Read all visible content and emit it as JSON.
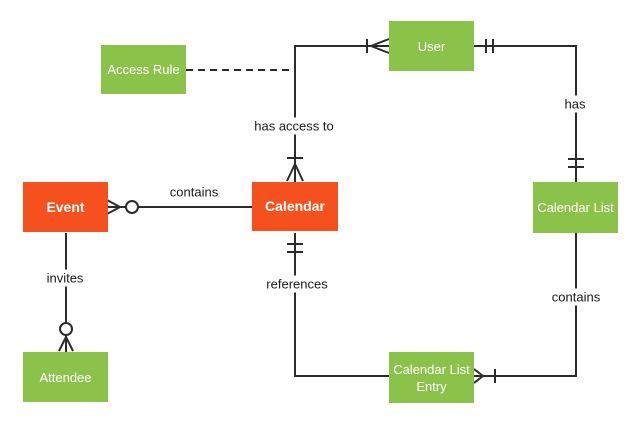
{
  "diagram": {
    "type": "entity-relationship",
    "subject": "calendar data model"
  },
  "colors": {
    "background": "#ffffff",
    "entity_green": "#8BC34A",
    "entity_orange": "#F4511E",
    "entity_text": "#ffffff",
    "line": "#2b2b2b",
    "label_text": "#1a1a1a"
  },
  "entities": {
    "access_rule": {
      "label": "Access Rule",
      "color": "green"
    },
    "user": {
      "label": "User",
      "color": "green"
    },
    "event": {
      "label": "Event",
      "color": "orange"
    },
    "calendar": {
      "label": "Calendar",
      "color": "orange"
    },
    "calendar_list": {
      "label": "Calendar List",
      "color": "green"
    },
    "attendee": {
      "label": "Attendee",
      "color": "green"
    },
    "calendar_list_entry": {
      "label": "Calendar List Entry",
      "color": "green"
    }
  },
  "relationships": {
    "calendar_contains_event": {
      "label": "contains",
      "between": [
        "Calendar",
        "Event"
      ],
      "style": "solid",
      "event_end_marker": "zero-or-many (circle + crow-foot)",
      "calendar_end_marker": "none"
    },
    "user_has_access_to_calendar": {
      "label": "has access to",
      "between": [
        "User",
        "Calendar"
      ],
      "style": "solid",
      "user_end_marker": "one-or-many (tick + crow-foot)",
      "calendar_end_marker": "one-or-many (tick + crow-foot)"
    },
    "access_rule_link": {
      "label": "",
      "between": [
        "Access Rule",
        "has-access-to relationship line"
      ],
      "style": "dashed",
      "end_markers": "none"
    },
    "user_has_calendar_list": {
      "label": "has",
      "between": [
        "User",
        "Calendar List"
      ],
      "style": "solid",
      "user_end_marker": "one-and-only-one (double tick)",
      "calendar_list_end_marker": "one-and-only-one (double tick)"
    },
    "calendar_list_contains_entry": {
      "label": "contains",
      "between": [
        "Calendar List",
        "Calendar List Entry"
      ],
      "style": "solid",
      "calendar_list_end_marker": "none",
      "entry_end_marker": "one-or-many (tick + crow-foot)"
    },
    "entry_references_calendar": {
      "label": "references",
      "between": [
        "Calendar",
        "Calendar List Entry"
      ],
      "style": "solid",
      "calendar_end_marker": "one-and-only-one (double tick)",
      "entry_end_marker": "none"
    },
    "event_invites_attendee": {
      "label": "invites",
      "between": [
        "Event",
        "Attendee"
      ],
      "style": "solid",
      "event_end_marker": "none",
      "attendee_end_marker": "zero-or-many (circle + crow-foot)"
    }
  }
}
